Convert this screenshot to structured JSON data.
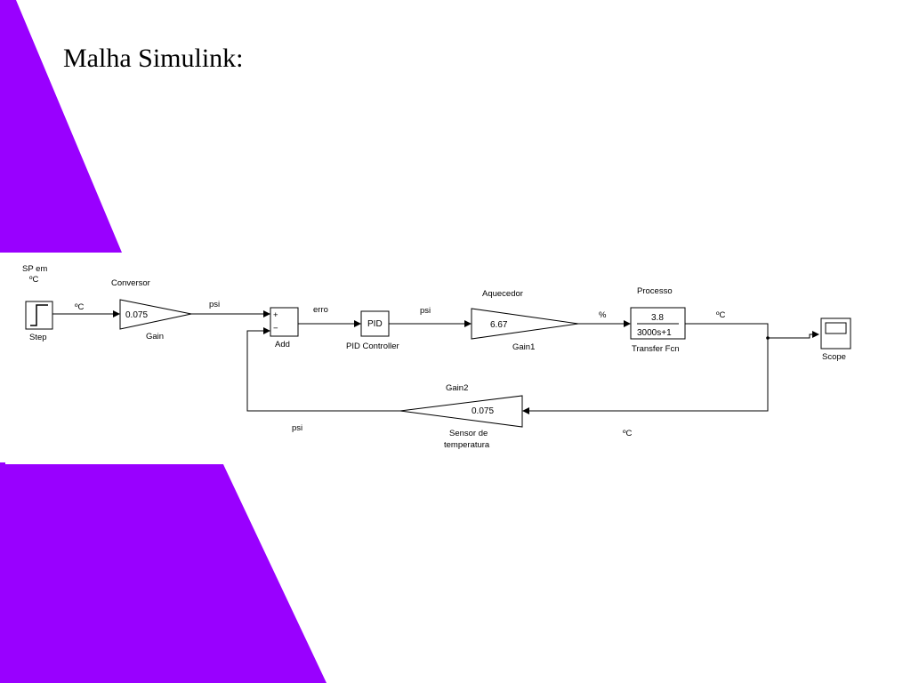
{
  "slide": {
    "title": "Malha Simulink:",
    "accent_color": "#9900ff"
  },
  "diagram": {
    "step": {
      "label_top_line1": "SP em",
      "label_top_line2": "ºC",
      "name": "Step"
    },
    "gain_conversor": {
      "label_top": "Conversor",
      "value": "0.075",
      "name": "Gain"
    },
    "add": {
      "plus": "+",
      "minus": "−",
      "name": "Add"
    },
    "pid": {
      "text": "PID",
      "name": "PID Controller"
    },
    "gain_aquecedor": {
      "label_top": "Aquecedor",
      "value": "6.67",
      "name": "Gain1"
    },
    "transfer_fcn": {
      "label_top": "Processo",
      "numerator": "3.8",
      "denominator": "3000s+1",
      "name": "Transfer Fcn"
    },
    "scope": {
      "name": "Scope"
    },
    "gain_sensor": {
      "label_top": "Gain2",
      "value": "0.075",
      "name_line1": "Sensor de",
      "name_line2": "temperatura"
    },
    "signals": {
      "step_out": "ºC",
      "conv_out": "psi",
      "add_out": "erro",
      "pid_out": "psi",
      "gain1_out": "%",
      "tf_out": "ºC",
      "feedback_right": "ºC",
      "feedback_left": "psi"
    }
  }
}
